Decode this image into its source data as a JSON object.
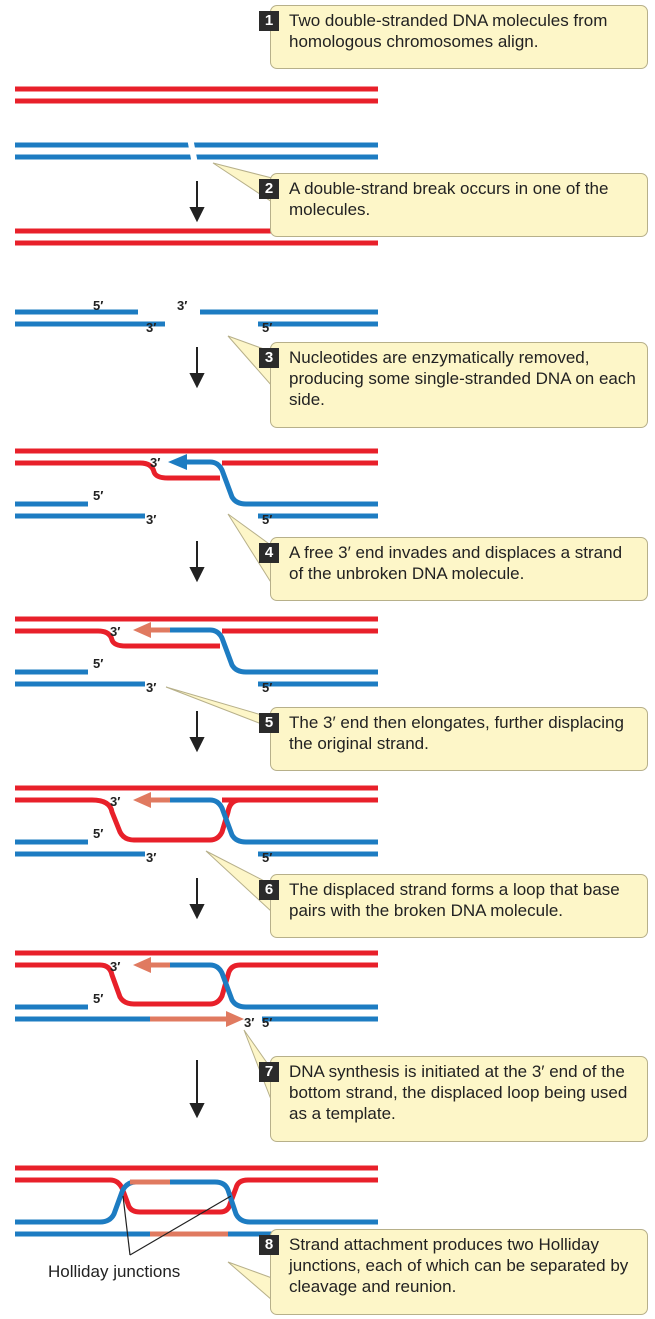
{
  "steps": [
    {
      "number": "1",
      "text": "Two double-stranded DNA molecules from homologous chromosomes align."
    },
    {
      "number": "2",
      "text": "A double-strand break occurs in one of the molecules."
    },
    {
      "number": "3",
      "text": "Nucleotides are enzymatically removed, producing some single-stranded DNA on each side."
    },
    {
      "number": "4",
      "text": "A free 3′ end invades and displaces a strand of the unbroken DNA molecule."
    },
    {
      "number": "5",
      "text": "The 3′ end then elongates, further displacing the original strand."
    },
    {
      "number": "6",
      "text": "The displaced strand forms a loop that base pairs with the broken DNA molecule."
    },
    {
      "number": "7",
      "text": "DNA synthesis is initiated at the 3′ end of the bottom strand, the displaced loop being used as a template."
    },
    {
      "number": "8",
      "text": "Strand attachment produces two Holliday junctions, each of which can be separated by cleavage and reunion."
    }
  ],
  "labels": {
    "five_prime": "5′",
    "three_prime": "3′"
  },
  "holliday_label": "Holliday junctions",
  "colors": {
    "red_strand": "#e8202a",
    "blue_strand": "#1d7cc2",
    "new_synthesis": "#e07a60",
    "callout_fill": "#fdf6c8"
  }
}
